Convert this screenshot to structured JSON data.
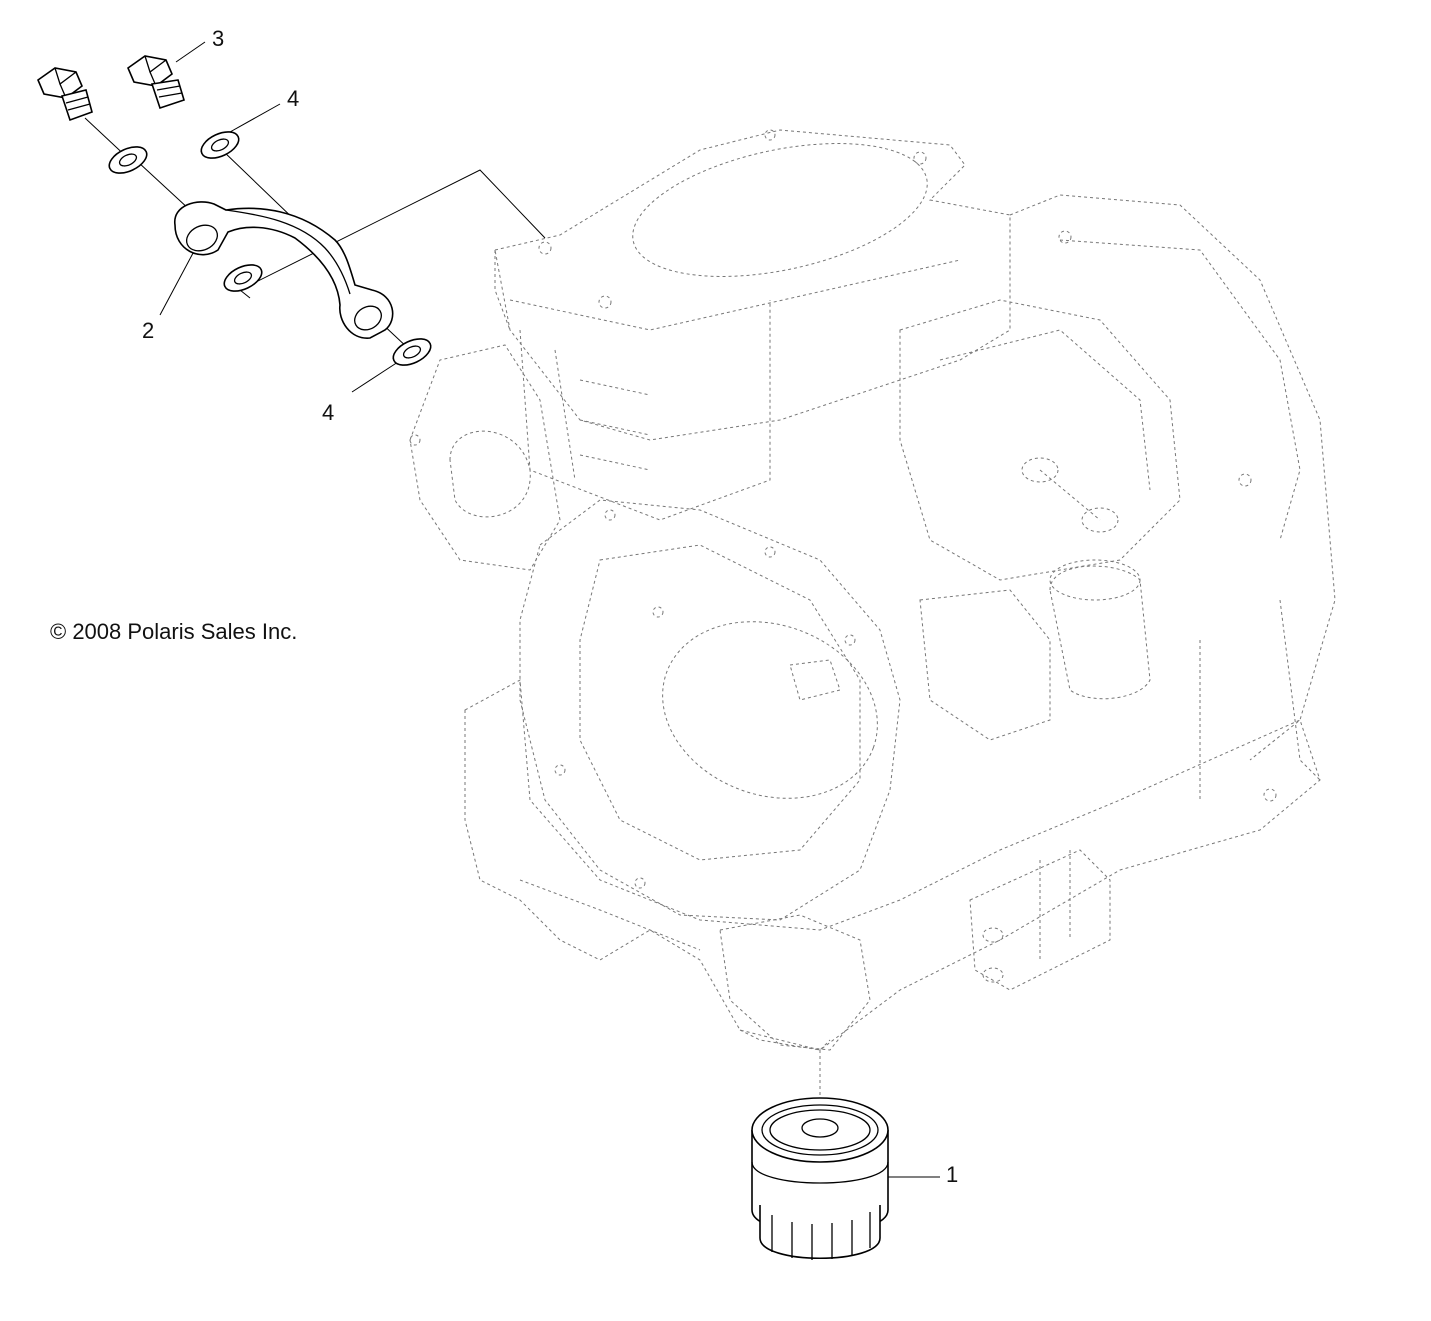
{
  "callouts": [
    {
      "id": "1",
      "label": "1"
    },
    {
      "id": "2",
      "label": "2"
    },
    {
      "id": "3",
      "label": "3"
    },
    {
      "id": "4a",
      "label": "4"
    },
    {
      "id": "4b",
      "label": "4"
    }
  ],
  "copyright": "© 2008 Polaris Sales Inc."
}
